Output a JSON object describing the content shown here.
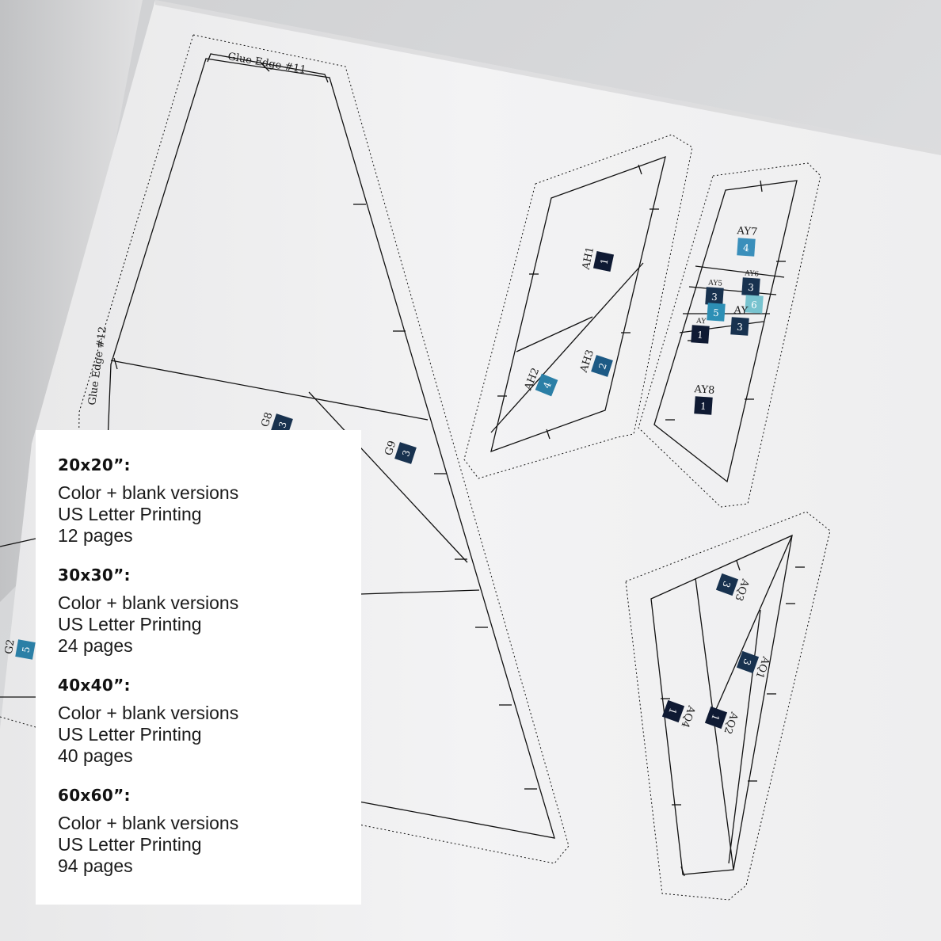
{
  "sheet": {
    "glue_edges": [
      "Glue Edge #11",
      "Glue Edge #12"
    ],
    "piece_tags": [
      {
        "label": "AH1",
        "num": "1",
        "color": "#0f1a33"
      },
      {
        "label": "AH2",
        "num": "4",
        "color": "#2b7fa6"
      },
      {
        "label": "AH3",
        "num": "2",
        "color": "#1d5a85"
      },
      {
        "label": "AY7",
        "num": "4",
        "color": "#3a8fbb"
      },
      {
        "label": "AY5",
        "num": "3",
        "color": "#18324f"
      },
      {
        "label": "AY6",
        "num": "3",
        "color": "#18324f"
      },
      {
        "label": "",
        "num": "5",
        "color": "#2d8fb5"
      },
      {
        "label": "",
        "num": "6",
        "color": "#78c3cf"
      },
      {
        "label": "AY",
        "num": "3",
        "color": "#18324f"
      },
      {
        "label": "AY",
        "num": "1",
        "color": "#0f1a33"
      },
      {
        "label": "AY8",
        "num": "1",
        "color": "#0f1a33"
      },
      {
        "label": "G8",
        "num": "3",
        "color": "#18324f"
      },
      {
        "label": "G9",
        "num": "3",
        "color": "#18324f"
      },
      {
        "label": "G2",
        "num": "5",
        "color": "#2b7fa6"
      },
      {
        "label": "AQ3",
        "num": "3",
        "color": "#18324f"
      },
      {
        "label": "AQ1",
        "num": "3",
        "color": "#18324f"
      },
      {
        "label": "AQ2",
        "num": "1",
        "color": "#0f1a33"
      },
      {
        "label": "AQ4",
        "num": "1",
        "color": "#0f1a33"
      }
    ]
  },
  "specs": [
    {
      "size": "20x20”:",
      "versions": "Color + blank versions",
      "printing": "US Letter Printing",
      "pages": "12 pages"
    },
    {
      "size": "30x30”:",
      "versions": "Color + blank versions",
      "printing": "US Letter Printing",
      "pages": "24 pages"
    },
    {
      "size": "40x40”:",
      "versions": "Color + blank versions",
      "printing": "US Letter Printing",
      "pages": "40 pages"
    },
    {
      "size": "60x60”:",
      "versions": "Color + blank versions",
      "printing": "US Letter Printing",
      "pages": "94 pages"
    }
  ]
}
